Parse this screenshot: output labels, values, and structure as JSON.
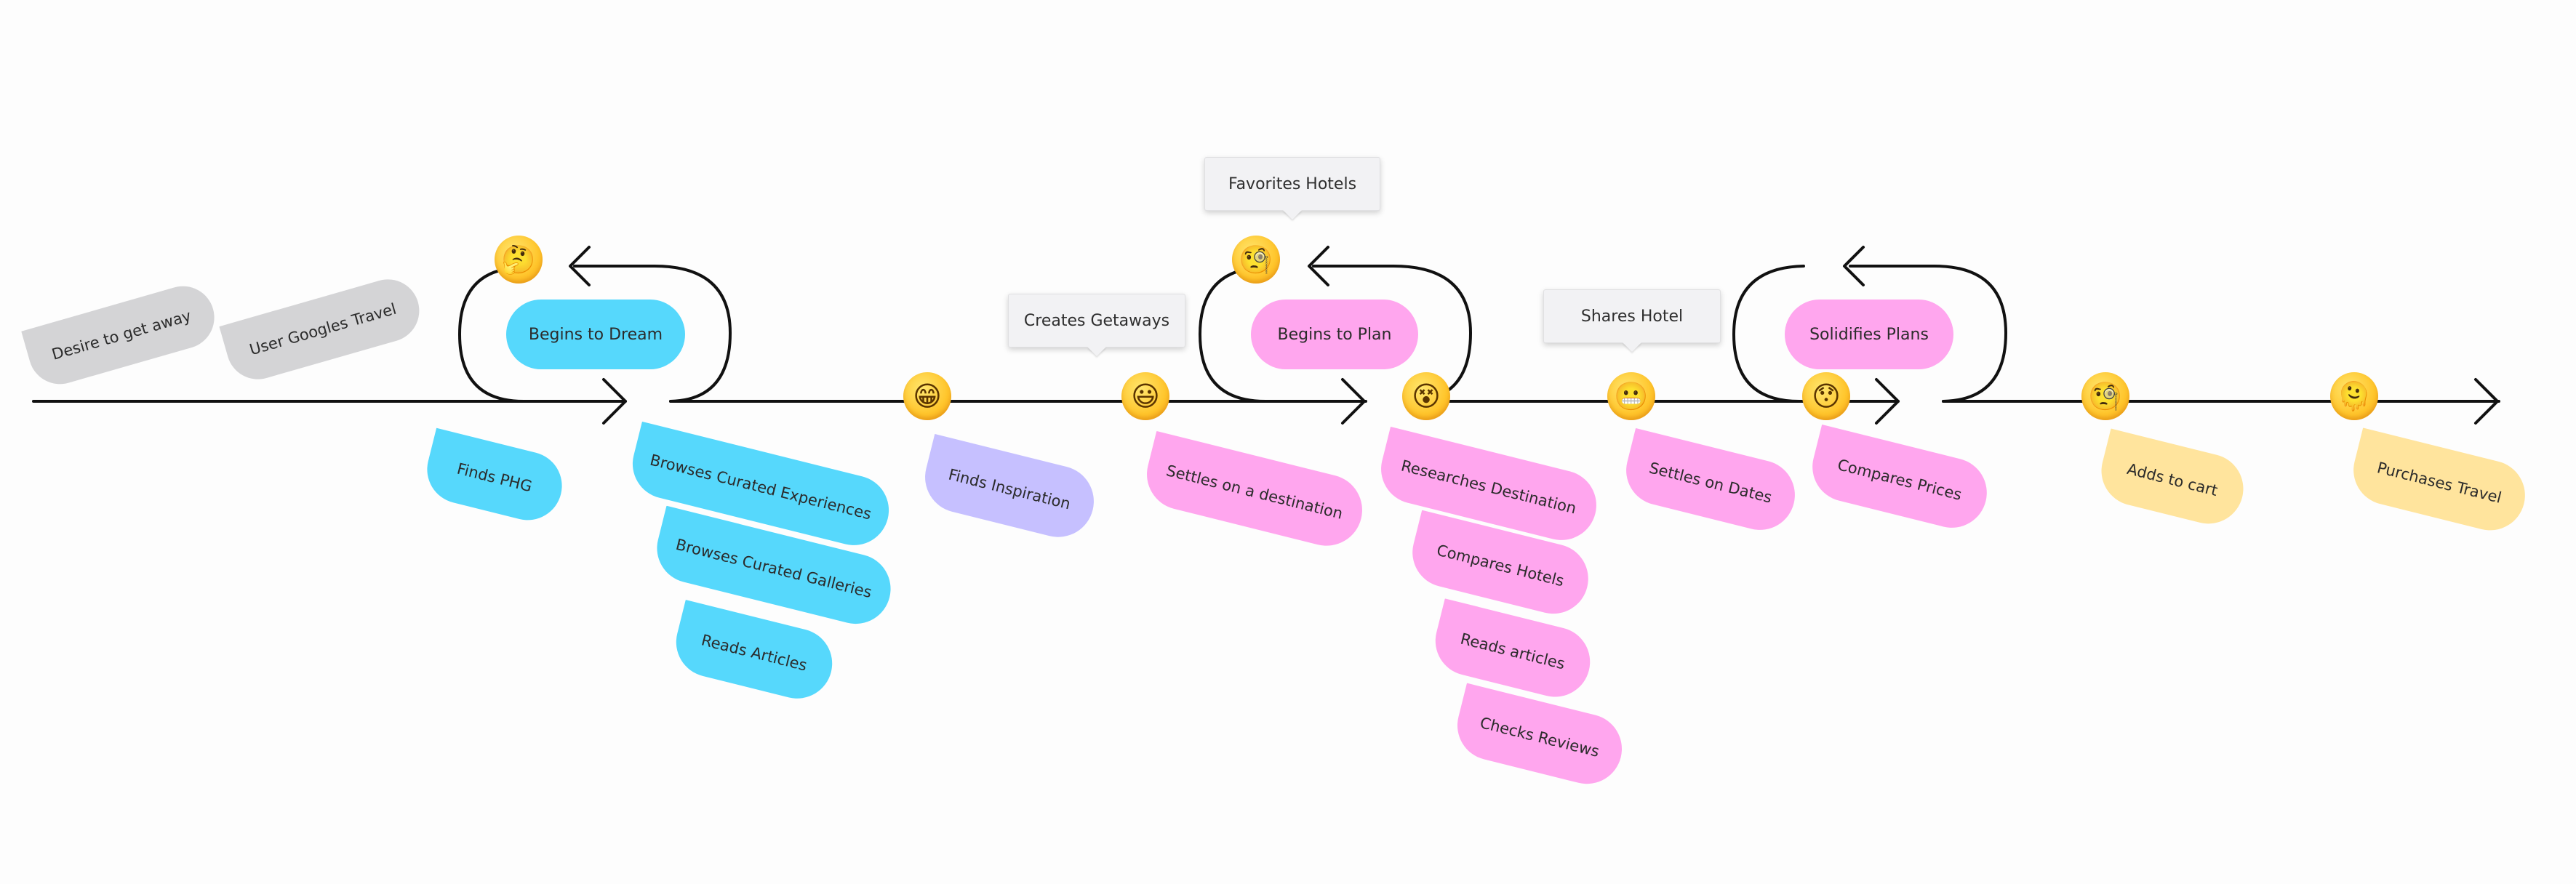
{
  "journey": {
    "pre_steps": [
      "Desire to get away",
      "User Googles Travel"
    ],
    "loops": {
      "dream": "Begins to Dream",
      "plan": "Begins to Plan",
      "solidify": "Solidifies Plans"
    },
    "callouts": {
      "favorites": "Favorites Hotels",
      "getaways": "Creates Getaways",
      "shares": "Shares Hotel"
    },
    "steps": {
      "finds_phg": "Finds PHG",
      "browses_experiences": "Browses Curated Experiences",
      "browses_galleries": "Browses Curated Galleries",
      "reads_articles_blue": "Reads Articles",
      "finds_inspiration": "Finds Inspiration",
      "settles_destination": "Settles on a destination",
      "researches_destination": "Researches Destination",
      "compares_hotels": "Compares Hotels",
      "reads_articles_pink": "Reads articles",
      "checks_reviews": "Checks Reviews",
      "settles_dates": "Settles on Dates",
      "compares_prices": "Compares Prices",
      "adds_to_cart": "Adds to cart",
      "purchases_travel": "Purchases Travel"
    },
    "emotions": [
      "thinking-face",
      "grinning-face",
      "smiling-face",
      "face-with-monocle",
      "dizzy-face",
      "grimacing-face",
      "astonished-face",
      "face-with-monocle",
      "melting-face"
    ],
    "colors": {
      "awareness": "#d4d4d6",
      "dream": "#56d8fc",
      "inspiration": "#c6c0ff",
      "plan": "#ffa6ee",
      "book": "#ffe49d",
      "line": "#111111"
    }
  }
}
